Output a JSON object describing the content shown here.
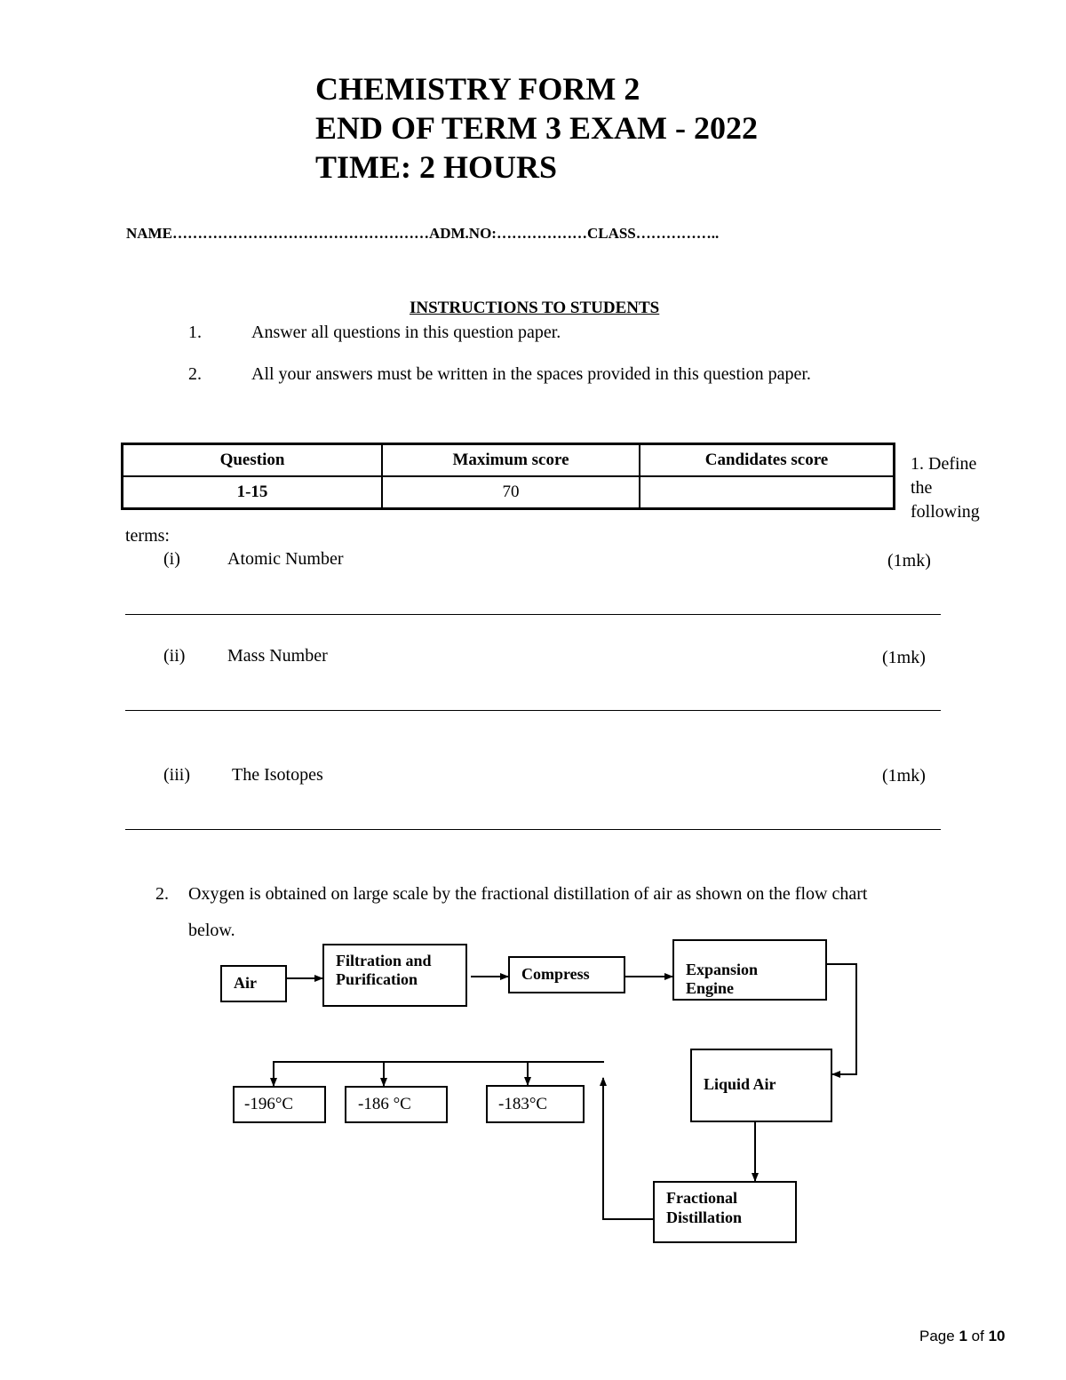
{
  "header": {
    "line1": "CHEMISTRY FORM 2",
    "line2": "END OF TERM 3 EXAM - 2022",
    "line3": "TIME: 2 HOURS"
  },
  "student_fields": "NAME……………………………………………ADM.NO:………………CLASS……………..",
  "instructions": {
    "heading": "INSTRUCTIONS TO STUDENTS",
    "items": [
      {
        "num": "1.",
        "text": "Answer all questions in this question paper."
      },
      {
        "num": "2.",
        "text": "All your answers must be written in the spaces provided in this question paper."
      }
    ]
  },
  "score_table": {
    "headers": [
      "Question",
      "Maximum score",
      "Candidates score"
    ],
    "row": [
      "1-15",
      "70",
      ""
    ]
  },
  "question1": {
    "intro_lines": [
      "1. Define",
      "the",
      "following"
    ],
    "intro_cont": "terms:",
    "parts": [
      {
        "num": "(i)",
        "term": "Atomic Number",
        "marks": "(1mk)"
      },
      {
        "num": "(ii)",
        "term": "Mass Number",
        "marks": "(1mk)"
      },
      {
        "num": "(iii)",
        "term": "The Isotopes",
        "marks": "(1mk)"
      }
    ]
  },
  "question2": {
    "num": "2.",
    "line1": "Oxygen is obtained on large scale by the fractional distillation of air as shown on the flow chart",
    "line2": "below."
  },
  "flowchart": {
    "air": "Air",
    "filtration": [
      "Filtration and",
      "Purification"
    ],
    "compress": "Compress",
    "expansion": [
      "Expansion",
      "Engine"
    ],
    "liquid_air": "Liquid Air",
    "fractional": [
      "Fractional",
      "Distillation"
    ],
    "fractions": [
      "-196°C",
      "-186 °C",
      "-183°C"
    ]
  },
  "footer": {
    "page_label": "Page",
    "page": "1",
    "of_label": "of",
    "total": "10"
  }
}
